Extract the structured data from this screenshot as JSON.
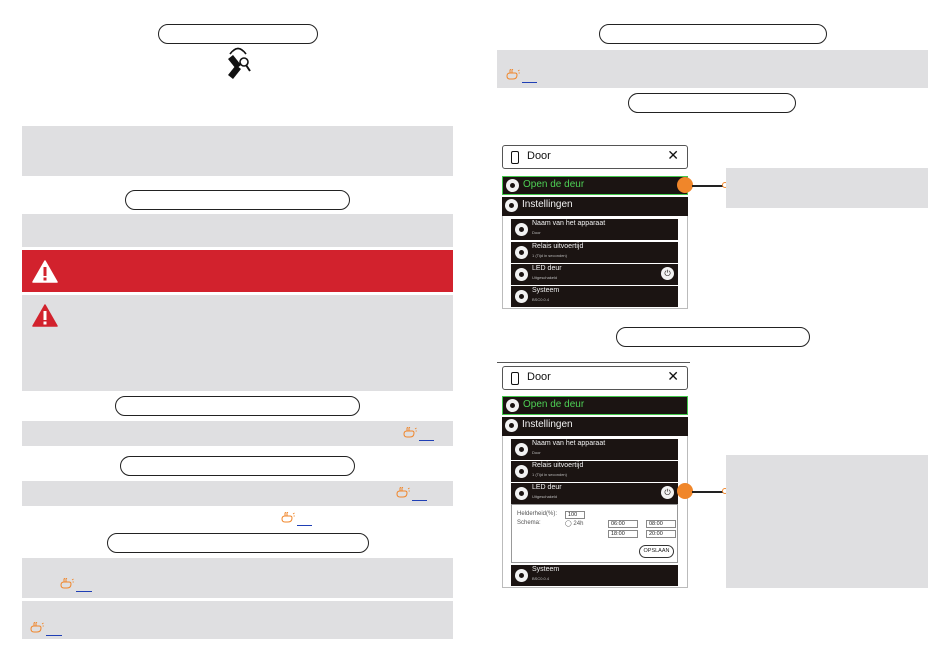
{
  "pointer_label": "☞",
  "app": {
    "title": "Door",
    "close": "✕",
    "open_label": "Open de deur",
    "settings_label": "Instellingen",
    "items": [
      {
        "label": "Naam van het apparaat",
        "value": "Door"
      },
      {
        "label": "Relais uitvoertijd",
        "value": "1 (Tijd in seconden)"
      },
      {
        "label": "LED deur",
        "value": "Uitgeschakeld"
      },
      {
        "label": "Systeem",
        "value": "BSC0.0.4"
      }
    ],
    "power_icon": "⏻"
  },
  "led_panel": {
    "brightness_label": "Helderheid(%):",
    "brightness_value": "100",
    "schedule_label": "Schema:",
    "always_label": "24h",
    "times": [
      "06:00",
      "08:00",
      "18:00",
      "20:00"
    ],
    "save_label": "OPSLAAN"
  },
  "icons": [
    "wiring-icon",
    "warning-icon",
    "hand-pointer-icon",
    "phone-icon",
    "key-icon",
    "gear-icon",
    "power-icon"
  ],
  "colors": {
    "accent_orange": "#f0862a",
    "warning_red": "#d2222d",
    "open_green": "#43c84c",
    "dark_row": "#1b1412",
    "panel_gray": "#dfdfe1"
  }
}
